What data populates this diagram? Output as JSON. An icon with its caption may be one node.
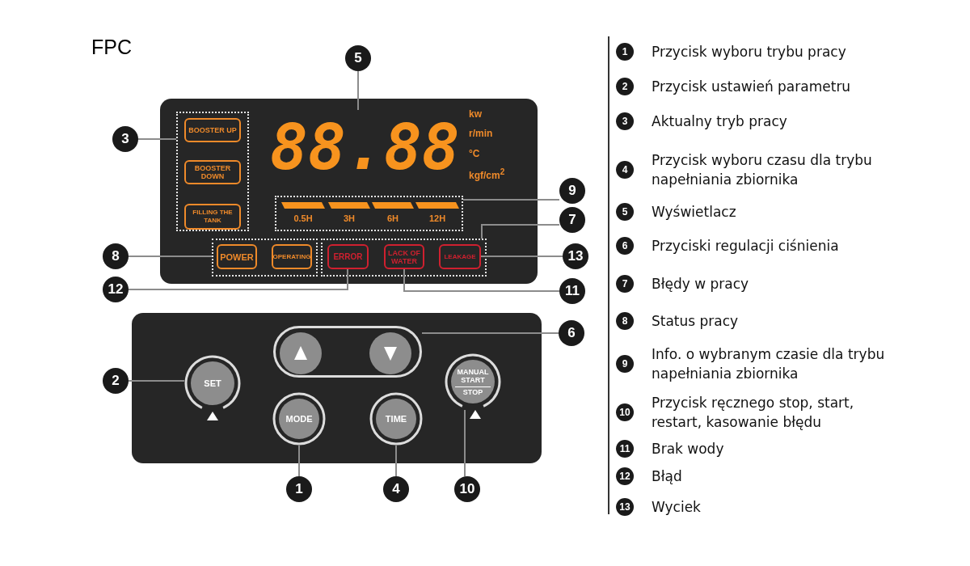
{
  "diagram": {
    "title": "FPC",
    "nodes": [
      {
        "text": [],
        "shape": "box"
      },
      {
        "text": [],
        "shape": "box",
        "in": 0
      },
      {
        "text": [
          "BOOSTER UP"
        ],
        "in": 1
      },
      {
        "text": [
          "BOOSTER DOWN"
        ],
        "in": 1
      },
      {
        "text": [
          "FILLING THE TANK"
        ],
        "in": 1
      },
      {
        "text": [
          "88.88"
        ],
        "in": 0
      },
      {
        "text": [],
        "shape": "box",
        "in": 0
      },
      {
        "text": [
          "0.5H"
        ],
        "in": 6
      },
      {
        "text": [
          "3H"
        ],
        "in": 6
      },
      {
        "text": [
          "6H"
        ],
        "in": 6
      },
      {
        "text": [
          "12H"
        ],
        "in": 6
      },
      {
        "text": [],
        "shape": "box",
        "in": 0
      },
      {
        "text": [
          "POWER"
        ],
        "in": 11
      },
      {
        "text": [
          "OPERATING"
        ],
        "in": 11
      },
      {
        "text": [],
        "shape": "box",
        "in": 0
      },
      {
        "text": [
          "ERROR"
        ],
        "in": 14
      },
      {
        "text": [
          "LACK OF WATER"
        ],
        "in": 14
      },
      {
        "text": [
          "LEAKAGE"
        ],
        "in": 14
      },
      {
        "text": [],
        "shape": "box"
      },
      {
        "text": [],
        "shape": "box",
        "in": 18
      },
      {
        "text": [],
        "shape": "circle",
        "in": 19
      },
      {
        "text": [],
        "shape": "circle",
        "in": 19
      },
      {
        "text": [
          "SET"
        ],
        "in": 18
      },
      {
        "text": [
          "MODE"
        ],
        "in": 18
      },
      {
        "text": [
          "TIME"
        ],
        "in": 18
      },
      {
        "text": [
          "MANUAL START",
          "STOP"
        ],
        "in": 18
      },
      {
        "text": [
          "1"
        ]
      },
      {
        "text": [
          "2"
        ]
      },
      {
        "text": [
          "3"
        ]
      },
      {
        "text": [
          "4"
        ]
      },
      {
        "text": [
          "5"
        ]
      },
      {
        "text": [
          "6"
        ]
      },
      {
        "text": [
          "7"
        ]
      },
      {
        "text": [
          "8"
        ]
      },
      {
        "text": [
          "9"
        ]
      },
      {
        "text": [
          "10"
        ]
      },
      {
        "text": [
          "11"
        ]
      },
      {
        "text": [
          "12"
        ]
      },
      {
        "text": [
          "13"
        ]
      }
    ],
    "edges": [
      {
        "from": 26,
        "to": 23,
        "arrow": "none"
      },
      {
        "from": 27,
        "to": 22,
        "arrow": "none"
      },
      {
        "from": 28,
        "to": 1,
        "arrow": "none"
      },
      {
        "from": 29,
        "to": 24,
        "arrow": "none"
      },
      {
        "from": 30,
        "to": 5,
        "arrow": "none"
      },
      {
        "from": 31,
        "to": 19,
        "arrow": "none"
      },
      {
        "from": 32,
        "to": 14,
        "arrow": "none"
      },
      {
        "from": 33,
        "to": 11,
        "arrow": "none"
      },
      {
        "from": 34,
        "to": 6,
        "arrow": "none"
      },
      {
        "from": 35,
        "to": 25,
        "arrow": "none"
      },
      {
        "from": 36,
        "to": 16,
        "arrow": "none"
      },
      {
        "from": 37,
        "to": 15,
        "arrow": "none"
      },
      {
        "from": 38,
        "to": 17,
        "arrow": "none"
      }
    ],
    "labels": [
      "kw",
      "r/min",
      "°C",
      "kgf/cm$^{2}$",
      "1",
      "Przycisk wyboru trybu pracy",
      "2",
      "Przycisk ustawień parametru",
      "3",
      "Aktualny tryb pracy",
      "4",
      "Przycisk wyboru czasu dla trybu napełniania zbiornika",
      "5",
      "Wyświetlacz",
      "6",
      "Przyciski regulacji ciśnienia",
      "7",
      "Błędy w pracy",
      "8",
      "Status pracy",
      "9",
      "Info. o wybranym czasie dla trybu napełniania zbiornika",
      "10",
      "Przycisk ręcznego stop, start, restart, kasowanie błędu",
      "11",
      "Brak wody",
      "12",
      "Błąd",
      "13",
      "Wyciek"
    ]
  }
}
